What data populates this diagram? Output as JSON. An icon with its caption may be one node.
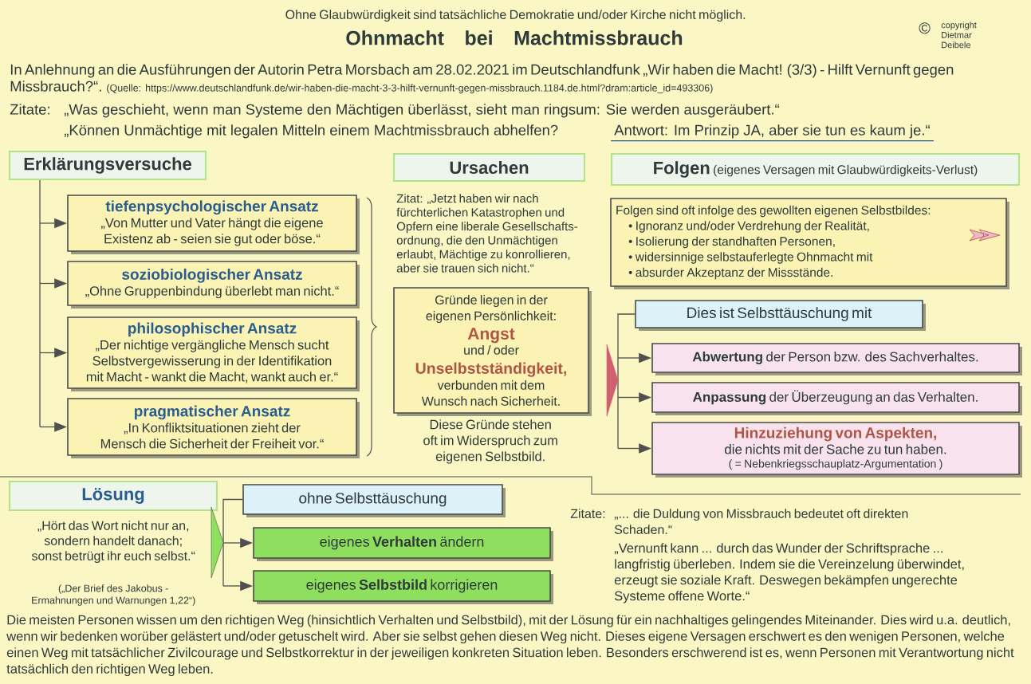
{
  "diagram": {
    "title": "Ohnmacht bei Machtmissbrauch",
    "nodes": [
      {
        "text": [
          "Erklärungsversuche"
        ]
      },
      {
        "text": [
          "tiefenpsychologischer Ansatz",
          "„Von Mutter und Vater hängt die eigene Existenz ab - seien sie gut oder böse.“"
        ]
      },
      {
        "text": [
          "soziobiologischer Ansatz",
          "„Ohne Gruppenbindung überlebt man nicht.“"
        ]
      },
      {
        "text": [
          "philosophischer Ansatz",
          "„Der nichtige vergängliche Mensch sucht Selbstvergewisserung in der Identifikation mit Macht - wankt die Macht, wankt auch er.“"
        ]
      },
      {
        "text": [
          "pragmatischer Ansatz",
          "„In Konfliktsituationen zieht der Mensch die Sicherheit der Freiheit vor.“"
        ]
      },
      {
        "text": [
          "Ursachen"
        ]
      },
      {
        "text": [
          "Gründe liegen in der eigenen Persönlichkeit:",
          "Angst",
          "und / oder",
          "Unselbstständigkeit,",
          "verbunden mit dem Wunsch nach Sicherheit."
        ]
      },
      {
        "text": [
          "Folgen",
          "(eigenes Versagen mit Glaubwürdigkeits-Verlust)"
        ]
      },
      {
        "text": [
          "Folgen sind oft infolge des gewollten eigenen Selbstbildes:",
          "• Ignoranz und/oder Verdrehung der Realität,",
          "• Isolierung der standhaften Personen,",
          "• widersinnige selbstauferlegte Ohnmacht mit",
          "• absurder Akzeptanz der Missstände."
        ]
      },
      {
        "text": [
          "Dies ist Selbsttäuschung mit"
        ]
      },
      {
        "text": [
          "**Abwertung** der Person bzw. des Sachverhaltes."
        ]
      },
      {
        "text": [
          "**Anpassung** der Überzeugung an das Verhalten."
        ]
      },
      {
        "text": [
          "Hinzuziehung von Aspekten,",
          "die nichts mit der Sache zu tun haben.",
          "( = Nebenkriegsschauplatz-Argumentation )"
        ]
      },
      {
        "text": [
          "Lösung"
        ]
      },
      {
        "text": [
          "ohne Selbsttäuschung"
        ]
      },
      {
        "text": [
          "eigenes **Verhalten** ändern"
        ]
      },
      {
        "text": [
          "eigenes **Selbstbild** korrigieren"
        ]
      }
    ],
    "edges": [
      {
        "from": 0,
        "to": 1,
        "arrow": "to"
      },
      {
        "from": 0,
        "to": 2,
        "arrow": "to"
      },
      {
        "from": 0,
        "to": 3,
        "arrow": "to"
      },
      {
        "from": 0,
        "to": 4,
        "arrow": "to"
      },
      {
        "from": 9,
        "to": 10,
        "arrow": "to"
      },
      {
        "from": 9,
        "to": 11,
        "arrow": "to"
      },
      {
        "from": 9,
        "to": 12,
        "arrow": "to"
      },
      {
        "from": 14,
        "to": 15,
        "arrow": "to"
      },
      {
        "from": 14,
        "to": 16,
        "arrow": "to"
      }
    ],
    "labels": [
      "Ohne Glaubwürdigkeit sind tatsächliche Demokratie und/oder Kirche nicht möglich.",
      "©",
      "copyright Dietmar Deibele",
      "In Anlehnung an die Ausführungen der Autorin Petra Morsbach am 28.02.2021 im Deutschlandfunk „Wir haben die Macht! (3/3) - Hilft Vernunft gegen Missbrauch?“.",
      "(Quelle: https://www.deutschlandfunk.de/wir-haben-die-macht-3-3-hilft-vernunft-gegen-missbrauch.1184.de.html?dram:article_id=493306)",
      "Zitate:",
      "„Was geschieht, wenn man Systeme den Mächtigen überlässt, sieht man ringsum: Sie werden ausgeräubert.“",
      "„Können Unmächtige mit legalen Mitteln einem Machtmissbrauch abhelfen?",
      "Antwort: Im Prinzip JA, aber sie tun es kaum je.“",
      "Zitat: „Jetzt haben wir nach fürchterlichen Katastrophen und Opfern eine liberale Gesellschafts-ordnung, die den Unmächtigen erlaubt, Mächtige zu konrollieren, aber sie trauen sich nicht.“",
      "Diese Gründe stehen oft im Widerspruch zum eigenen Selbstbild.",
      "„Hört das Wort nicht nur an, sondern handelt danach; sonst betrügt ihr euch selbst.“",
      "(„Der Brief des Jakobus - Ermahnungen und Warnungen 1,22“)",
      "Zitate:",
      "„... die Duldung von Missbrauch bedeutet oft direkten Schaden.“",
      "„Vernunft kann ... durch das Wunder der Schriftsprache ... langfristig überleben. Indem sie die Vereinzelung überwindet, erzeugt sie soziale Kraft. Deswegen bekämpfen ungerechte Systeme offene Worte.“",
      "Die meisten Personen wissen um den richtigen Weg (hinsichtlich Verhalten und Selbstbild), mit der Lösung für ein nachhaltiges gelingendes Miteinander. Dies wird u.a. deutlich, wenn wir bedenken worüber gelästert und/oder getuschelt wird. Aber sie selbst gehen diesen Weg nicht. Dieses eigene Versagen erschwert es den wenigen Personen, welche einen Weg mit tatsächlicher Zivilcourage und Selbstkorrektur in der jeweiligen konkreten Situation leben. Besonders erschwerend ist es, wenn Personen mit Verantwortung nicht tatsächlich den richtigen Weg leben."
    ]
  }
}
